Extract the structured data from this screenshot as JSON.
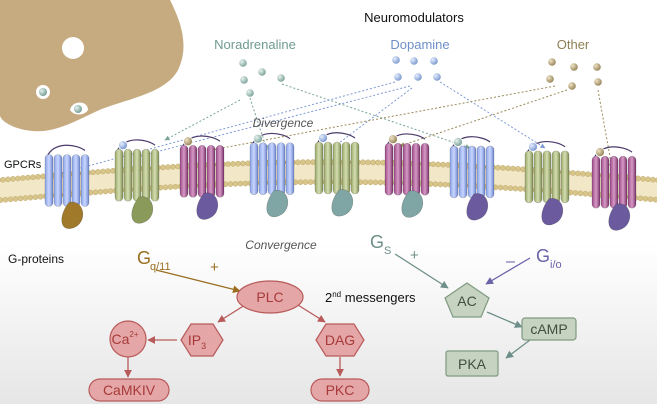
{
  "title": "Neuromodulators",
  "modulators": [
    {
      "label": "Noradrenaline",
      "color": "#6f9a90"
    },
    {
      "label": "Dopamine",
      "color": "#6f8fc9"
    },
    {
      "label": "Other",
      "color": "#8d8052"
    }
  ],
  "divergence_label": "Divergence",
  "convergence_label": "Convergence",
  "gpcrs_label": "GPCRs",
  "gproteins_label": "G-proteins",
  "second_messengers": {
    "main": "2",
    "sup": "nd",
    "rest": " messengers"
  },
  "gq": {
    "main": "G",
    "sub": "q/11",
    "color": "#9b6e1f"
  },
  "gs": {
    "main": "G",
    "sub": "S",
    "color": "#6e8f89"
  },
  "gi": {
    "main": "G",
    "sub": "i/o",
    "color": "#6a63a8"
  },
  "plus_gq": "+",
  "plus_gs": "+",
  "minus_gi": "–",
  "nodes": {
    "plc": "PLC",
    "ip3": {
      "main": "IP",
      "sub": "3"
    },
    "dag": "DAG",
    "ca": {
      "main": "Ca",
      "sup": "2+"
    },
    "camkiv": "CaMKIV",
    "pkc": "PKC",
    "ac": "AC",
    "camp": "cAMP",
    "pka": "PKA"
  },
  "colors": {
    "red_fill": "#e4a6a6",
    "red_stroke": "#b85a5a",
    "red_text": "#a83a3a",
    "green_fill": "#c6d3c1",
    "green_stroke": "#7f9a80",
    "green_text": "#3f4f40",
    "membrane": "#d8c58a",
    "neuron": "#c6ab80"
  }
}
